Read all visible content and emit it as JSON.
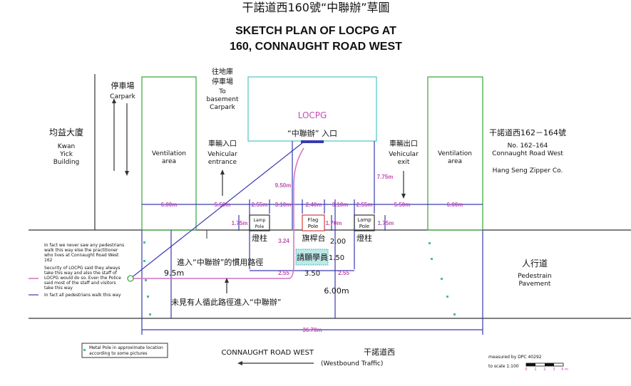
{
  "title_zh": "干諾道西160號“中聯辦”草圖",
  "title_en_1": "SKETCH PLAN OF LOCPG AT",
  "title_en_2": "160, CONNAUGHT ROAD WEST",
  "left_building": {
    "zh": "均益大廈",
    "en1": "Kwan",
    "en2": "Yick",
    "en3": "Building"
  },
  "carpark": {
    "zh": "停車場",
    "en": "Carpark"
  },
  "basement": {
    "zh1": "往地庫",
    "zh2": "停車場",
    "en1": "To",
    "en2": "basement",
    "en3": "Carpark"
  },
  "vehicle_entrance": {
    "zh": "車輛入口",
    "en1": "Vehicular",
    "en2": "entrance"
  },
  "vehicle_exit": {
    "zh": "車輛出口",
    "en1": "Vehicular",
    "en2": "exit"
  },
  "ventilation": {
    "l1": "Ventilation",
    "l2": "area"
  },
  "locpg": {
    "name": "LOCPG",
    "entrance": "“中聯辦” 入口"
  },
  "right_building": {
    "zh": "干諾道西162－164號",
    "en1": "No. 162–164",
    "en2": "Connaught Road West",
    "en3": "Hang Seng Zipper Co."
  },
  "lamp_pole": {
    "en1": "Lamp",
    "en2": "Pole",
    "zh": "燈柱"
  },
  "flag_pole": {
    "en1": "Flag",
    "en2": "Pole",
    "zh": "旗桿台"
  },
  "petition": "請願學員",
  "sidewalk": {
    "zh": "人行道",
    "en1": "Pedestrain",
    "en2": "Pavement"
  },
  "usual_path": "進入“中聯辦”的慣用路徑",
  "never_path": "未見有人循此路徑進入“中聯辦”",
  "dims": {
    "vent_l": "6.00m",
    "d1": "5.50m",
    "d2": "2.55m",
    "d3": "3.10m",
    "d4": "2.40m",
    "d5": "3.10m",
    "d6": "2.55m",
    "d7": "5.50m",
    "vent_r": "6.00m",
    "lamp_h_l": "1.75m",
    "flag_h": "1.70m",
    "lamp_h_r": "1.75m",
    "d_950": "9.50m",
    "d_775": "7.75m",
    "d_324": "3.24",
    "d_200": "2.00",
    "d_150": "1.50",
    "b1": "2.55",
    "b2": "3.50",
    "b3": "2.55",
    "d_600": "6.00m",
    "d_95": "9.5m",
    "total": "36.70m"
  },
  "notes": {
    "n1": [
      "In fact we never saw any pedestrians",
      "walk this way else the practitioner",
      "who lives at Connaught Road West",
      "162"
    ],
    "n2": [
      "Security of LOCPG said they always",
      "take this way and also the staff of",
      "LOCPG would do so. Even the Police",
      "said most of the staff and visitors",
      "take this way"
    ],
    "n3": "In fact all pedestrians walk this way"
  },
  "legend": {
    "l1": "Metal Pole in approximate location",
    "l2": "according to some pictures"
  },
  "road": {
    "en": "CONNAUGHT ROAD WEST",
    "zh": "干諾道西",
    "dir": "(Westbound Traffic)"
  },
  "measured": "measured by DPC 40292",
  "scale": {
    "label": "to scale 1:100",
    "ticks": [
      "0",
      "1",
      "2",
      "3",
      "4 m"
    ]
  }
}
